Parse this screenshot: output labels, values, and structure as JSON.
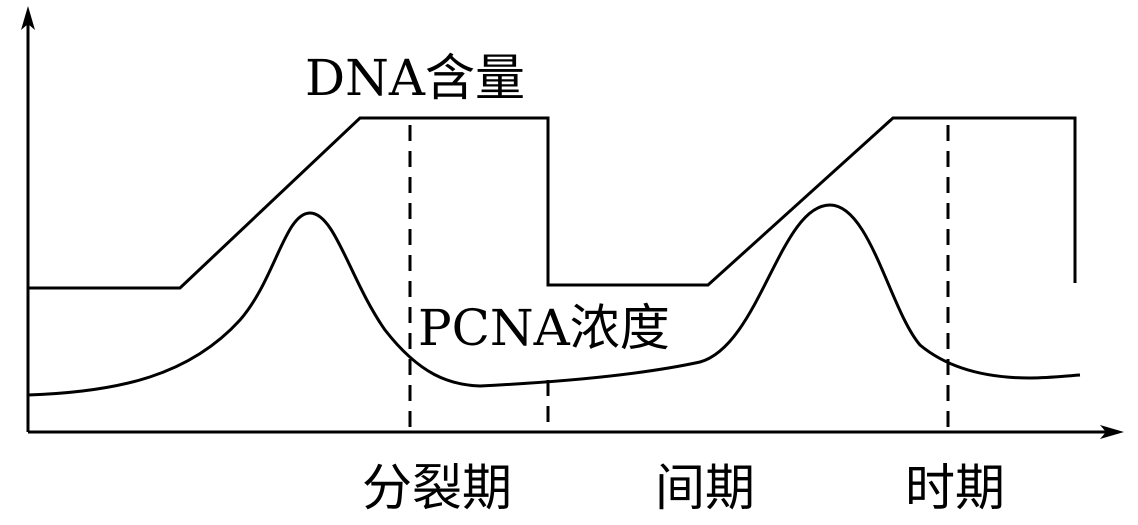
{
  "labels": {
    "dna": "DNA含量",
    "pcna": "PCNA浓度",
    "phase_division": "分裂期",
    "phase_interphase": "间期",
    "time_axis": "时期"
  }
}
